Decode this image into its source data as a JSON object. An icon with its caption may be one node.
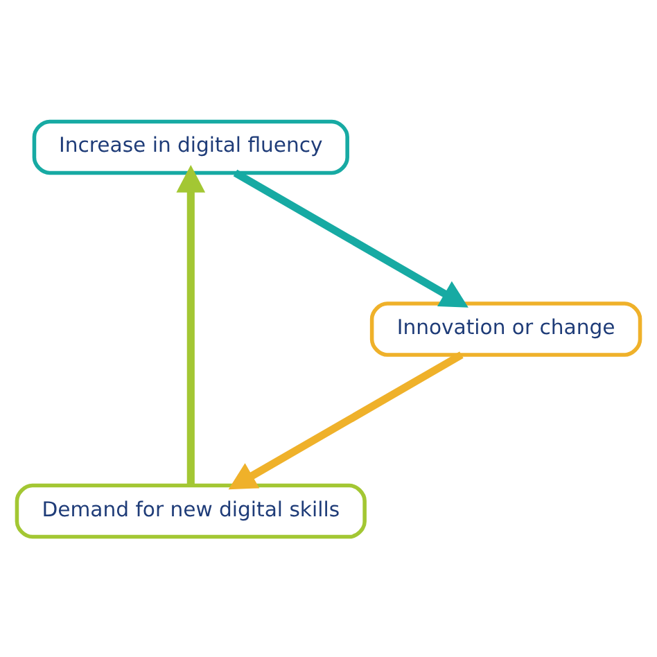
{
  "diagram": {
    "nodes": [
      {
        "text": [
          "Demand for new digital skills"
        ]
      },
      {
        "text": [
          "Increase in digital fluency"
        ]
      },
      {
        "text": [
          "Innovation or change"
        ]
      }
    ],
    "edges": [
      {
        "from": 0,
        "to": 1,
        "arrow": "to",
        "color": "#a3c733"
      },
      {
        "from": 1,
        "to": 2,
        "arrow": "to",
        "color": "#17aaa3"
      },
      {
        "from": 2,
        "to": 0,
        "arrow": "to",
        "color": "#efb12a"
      }
    ]
  }
}
